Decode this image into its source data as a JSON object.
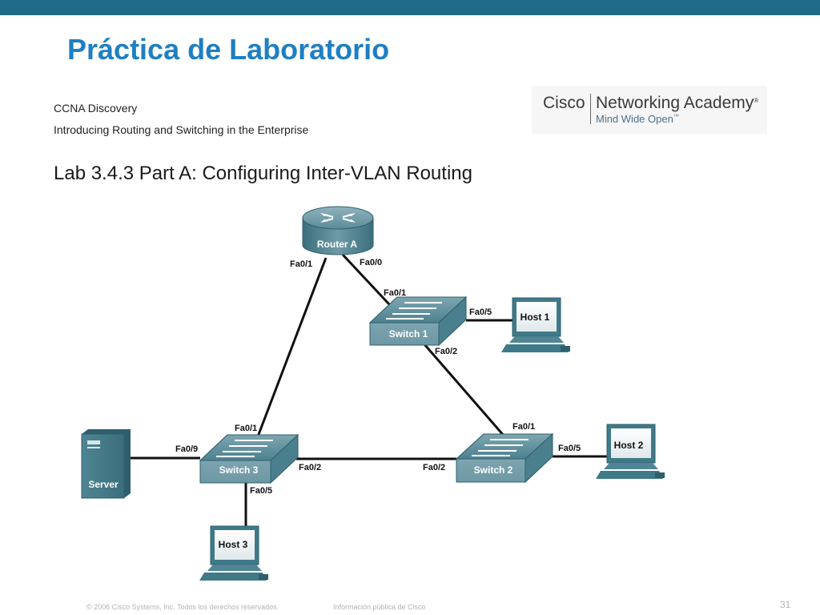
{
  "slide": {
    "title": "Práctica de Laboratorio",
    "course": "CCNA Discovery",
    "subtitle": "Introducing Routing and Switching in the Enterprise",
    "lab_title": "Lab 3.4.3 Part A: Configuring Inter-VLAN Routing"
  },
  "logo": {
    "brand": "Cisco",
    "name": "Networking Academy",
    "registered": "®",
    "tagline": "Mind Wide Open",
    "tm": "™"
  },
  "diagram": {
    "devices": {
      "router_a": "Router A",
      "switch_1": "Switch 1",
      "switch_2": "Switch 2",
      "switch_3": "Switch 3",
      "host_1": "Host 1",
      "host_2": "Host 2",
      "host_3": "Host 3",
      "server": "Server"
    },
    "ports": {
      "router_fa01": "Fa0/1",
      "router_fa00": "Fa0/0",
      "sw1_fa01": "Fa0/1",
      "sw1_fa05": "Fa0/5",
      "sw1_fa02": "Fa0/2",
      "sw2_fa01": "Fa0/1",
      "sw2_fa05": "Fa0/5",
      "sw2_fa02": "Fa0/2",
      "sw3_fa01": "Fa0/1",
      "sw3_fa09": "Fa0/9",
      "sw3_fa02": "Fa0/2",
      "sw3_fa05": "Fa0/5"
    }
  },
  "footer": {
    "copyright": "© 2006 Cisco Systems, Inc. Todos los derechos reservados.",
    "classification": "Información pública de Cisco",
    "page": "31"
  },
  "colors": {
    "topbar": "#1f6b88",
    "title": "#1e7fc4",
    "device": "#3e7f8e"
  }
}
